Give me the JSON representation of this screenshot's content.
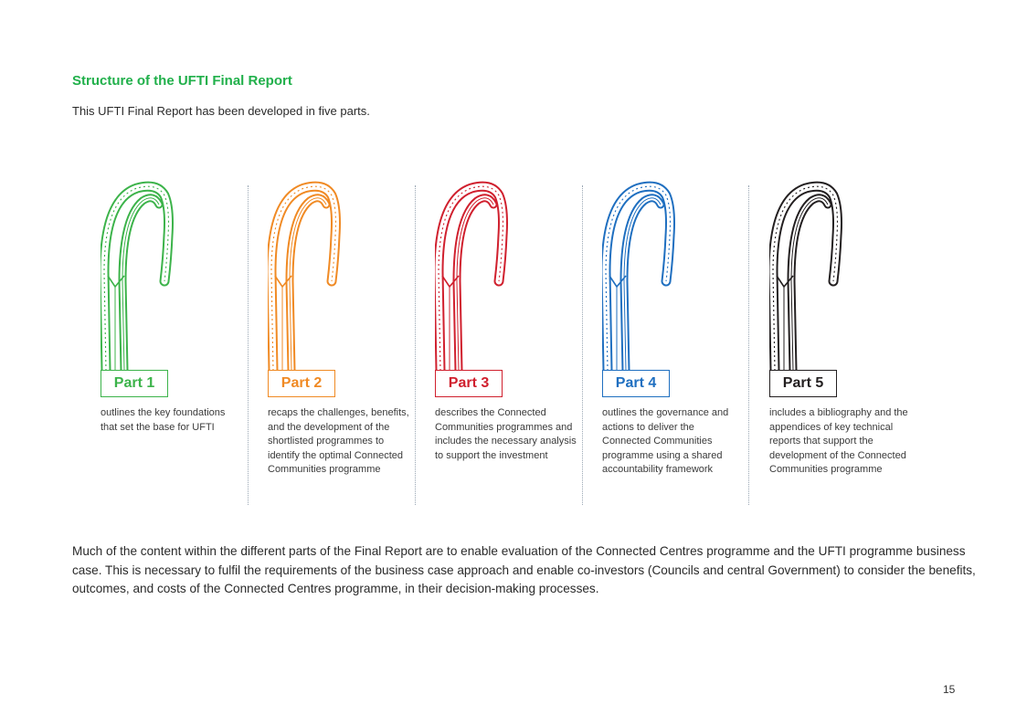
{
  "heading": "Structure of the UFTI Final Report",
  "intro": "This UFTI Final Report has been developed in five parts.",
  "parts": [
    {
      "label": "Part 1",
      "color": "#3cb34a",
      "description": "outlines the key foundations that set the base for UFTI"
    },
    {
      "label": "Part 2",
      "color": "#f08a24",
      "description": "recaps the challenges, benefits, and the development of the shortlisted programmes to identify the optimal Connected Communities programme"
    },
    {
      "label": "Part 3",
      "color": "#d0202e",
      "description": "describes the Connected Communities programmes and includes the necessary analysis to support the investment"
    },
    {
      "label": "Part 4",
      "color": "#1f6fc0",
      "description": "outlines the governance and actions to deliver the Connected Communities programme using a shared accountability framework"
    },
    {
      "label": "Part 5",
      "color": "#231f20",
      "description": "includes a bibliography and the appendices of key technical reports that support the development of the Connected Communities programme"
    }
  ],
  "body_text": "Much of the content within the different parts of the Final Report are to enable evaluation of the Connected Centres programme and the UFTI programme business case. This is necessary to fulfil the requirements of the business case approach and enable co-investors (Councils and central Government) to consider the benefits, outcomes, and costs of the Connected Centres programme, in their decision-making processes.",
  "page_number": "15"
}
